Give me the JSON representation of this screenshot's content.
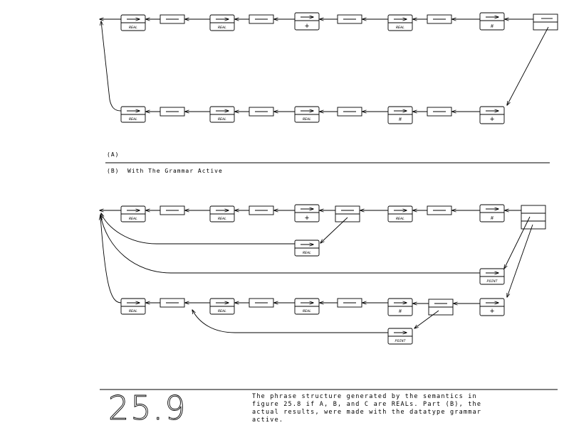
{
  "part_a": {
    "label": "(A)",
    "top_row_nodes": [
      "REAL",
      "",
      "REAL",
      "",
      "+",
      "",
      "REAL",
      "",
      "#",
      ""
    ],
    "bottom_row_nodes": [
      "REAL",
      "",
      "REAL",
      "",
      "REAL",
      "",
      "#",
      "",
      "+"
    ]
  },
  "part_b": {
    "label": "(B)",
    "title": "With The Grammar Active",
    "top_row_nodes": [
      "REAL",
      "",
      "REAL",
      "",
      "+",
      "",
      "REAL",
      "",
      "#",
      ""
    ],
    "bottom_row_nodes": [
      "REAL",
      "",
      "REAL",
      "",
      "REAL",
      "",
      "#",
      "",
      "+"
    ],
    "extra_nodes": [
      "REAL",
      "POINT",
      "POINT"
    ]
  },
  "figure": {
    "number": "25.9",
    "caption_lines": [
      "The phrase structure generated by the semantics in",
      "figure 25.8 if A, B, and C are REALs.  Part (B), the",
      "actual results, were made with the datatype grammar",
      "active."
    ]
  }
}
